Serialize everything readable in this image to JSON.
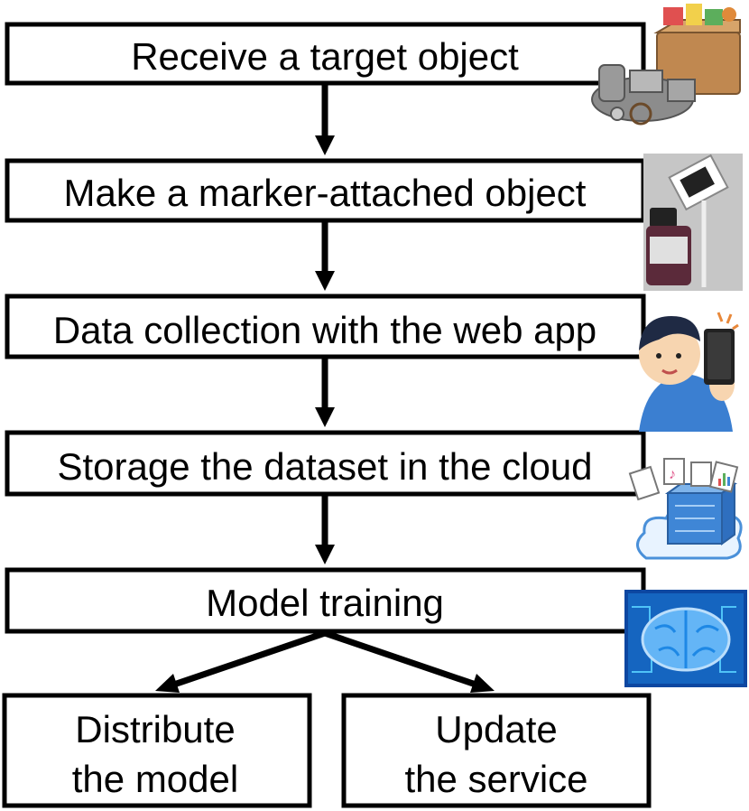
{
  "steps": {
    "receive": "Receive a target object",
    "marker": "Make a marker-attached object",
    "collect": "Data collection with the web app",
    "storage": "Storage the dataset in the cloud",
    "training": "Model training"
  },
  "outcomes": {
    "distribute": [
      "Distribute",
      "the model"
    ],
    "update": [
      "Update",
      "the service"
    ]
  },
  "colors": {
    "line": "#000000",
    "cloud_blue": "#4a90d9",
    "brain_blue": "#1565c0",
    "shirt_blue": "#3b7fd1"
  },
  "icons": {
    "receive": "junk-pile-icon",
    "marker": "marker-bottle-photo-icon",
    "collect": "person-with-smartphone-icon",
    "storage": "cloud-storage-icon",
    "training": "ai-brain-icon"
  }
}
